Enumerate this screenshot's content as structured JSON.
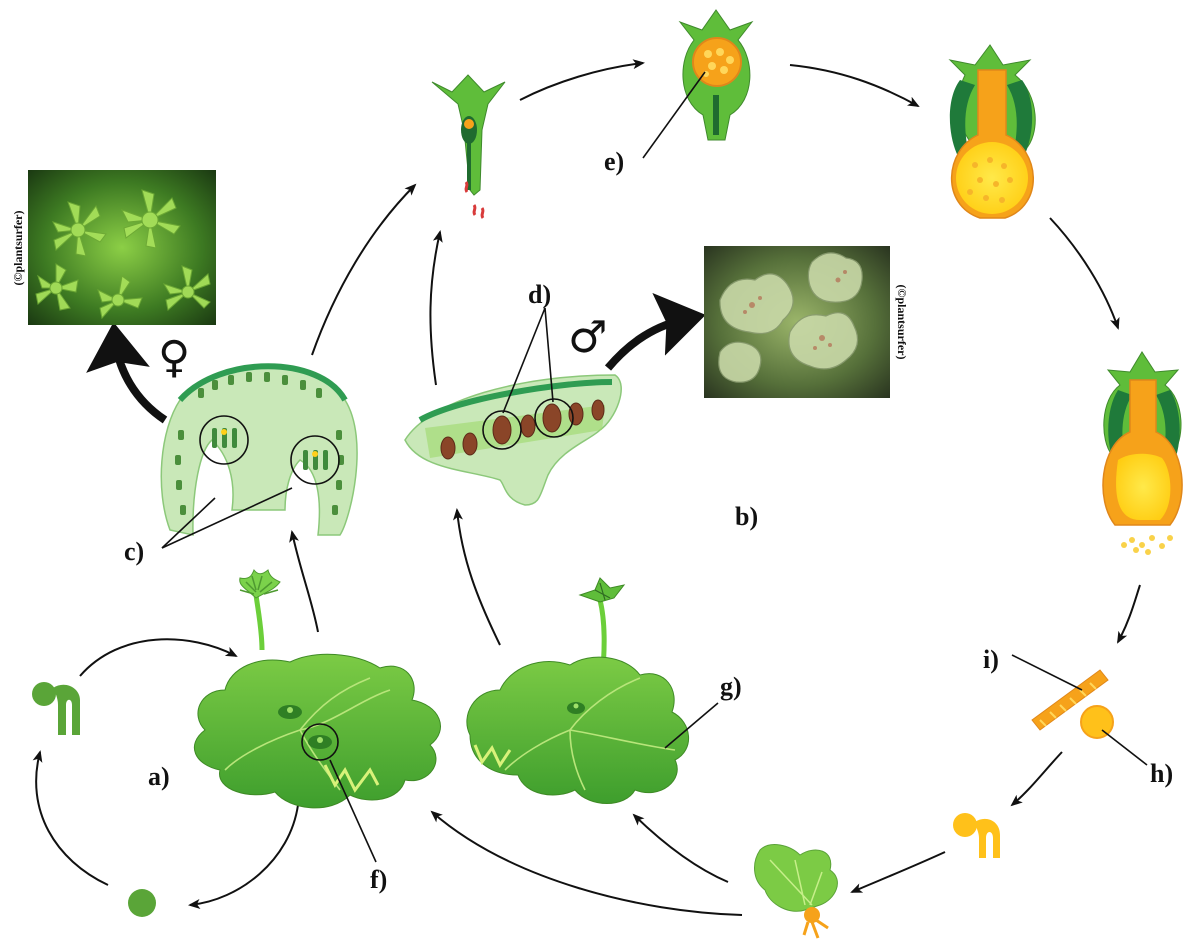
{
  "labels": {
    "a": "a)",
    "b": "b)",
    "c": "c)",
    "d": "d)",
    "e": "e)",
    "f": "f)",
    "g": "g)",
    "h": "h)",
    "i": "i)"
  },
  "symbols": {
    "female": "♀",
    "male": "♂"
  },
  "credits": {
    "left_photo": "(©plantsurfer)",
    "right_photo": "(©plantsurfer)"
  },
  "colors": {
    "thallus_green": "#5fbd3a",
    "thallus_light": "#9ed96a",
    "dark_green": "#1f7a3a",
    "sporophyte_orange": "#f6a21a",
    "sporophyte_yellow": "#ffe52a",
    "archegonium_red": "#d83a3a",
    "section_pale": "#c9e8b8"
  },
  "photos": {
    "female": "female-receptacle-photo",
    "male": "male-receptacle-photo"
  }
}
